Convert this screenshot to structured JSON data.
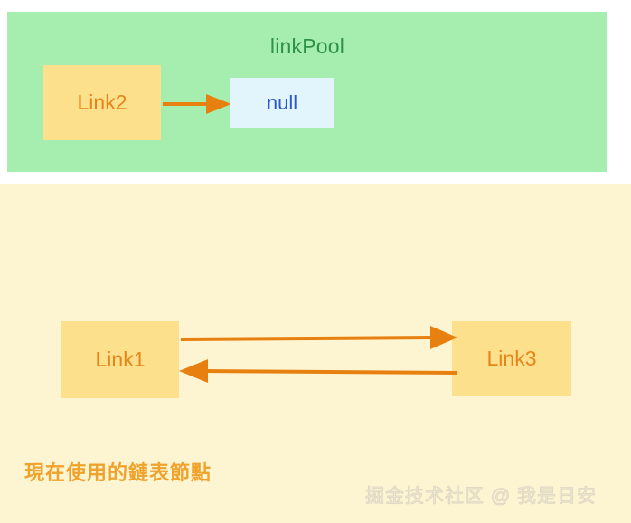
{
  "diagram": {
    "title_visible": false,
    "colors": {
      "pool_panel_bg": "#a5eeb0",
      "active_panel_bg": "#fdf4d2",
      "node_bg": "#fce08c",
      "node_text": "#e6861a",
      "null_bg": "#e2f5fd",
      "null_text": "#2c58c6",
      "arrow": "#e8800f",
      "pool_title_text": "#2f9145",
      "caption_text": "#f0a32c",
      "watermark_text": "#efe7cf"
    }
  },
  "pool_panel": {
    "title": "linkPool",
    "nodes": [
      {
        "label": "Link2",
        "type": "node-box"
      },
      {
        "label": "null",
        "type": "null-box"
      }
    ],
    "arrows": [
      {
        "name": "link2-to-null",
        "direction": "right"
      }
    ]
  },
  "active_panel": {
    "caption": "現在使用的鏈表節點",
    "nodes": [
      {
        "label": "Link1",
        "type": "node-box"
      },
      {
        "label": "Link3",
        "type": "node-box"
      }
    ],
    "arrows": [
      {
        "name": "link1-to-link3",
        "direction": "right"
      },
      {
        "name": "link3-to-link1",
        "direction": "left"
      }
    ]
  },
  "watermark": {
    "text": "掘金技术社区 @ 我是日安"
  }
}
